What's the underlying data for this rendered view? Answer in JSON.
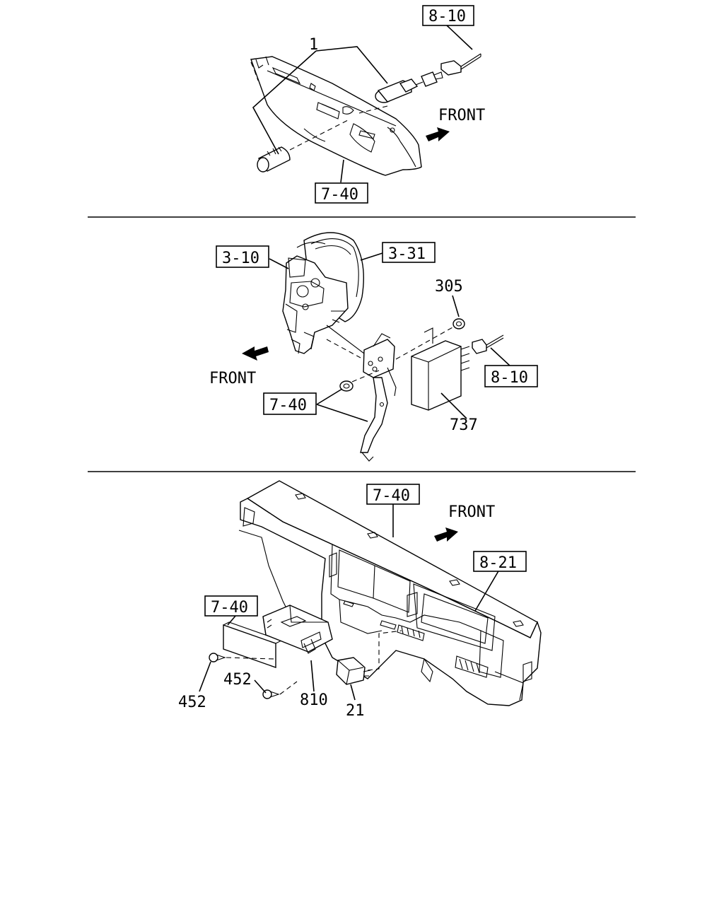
{
  "front_label": "FRONT",
  "section1": {
    "ref_8_10": "8-10",
    "ref_7_40": "7-40",
    "part_1": "1"
  },
  "section2": {
    "ref_3_10": "3-10",
    "ref_3_31": "3-31",
    "part_305": "305",
    "ref_8_10": "8-10",
    "ref_7_40": "7-40",
    "part_737": "737"
  },
  "section3": {
    "ref_7_40_top": "7-40",
    "ref_8_21": "8-21",
    "ref_7_40_left": "7-40",
    "part_452_a": "452",
    "part_452_b": "452",
    "part_810": "810",
    "part_21": "21"
  }
}
